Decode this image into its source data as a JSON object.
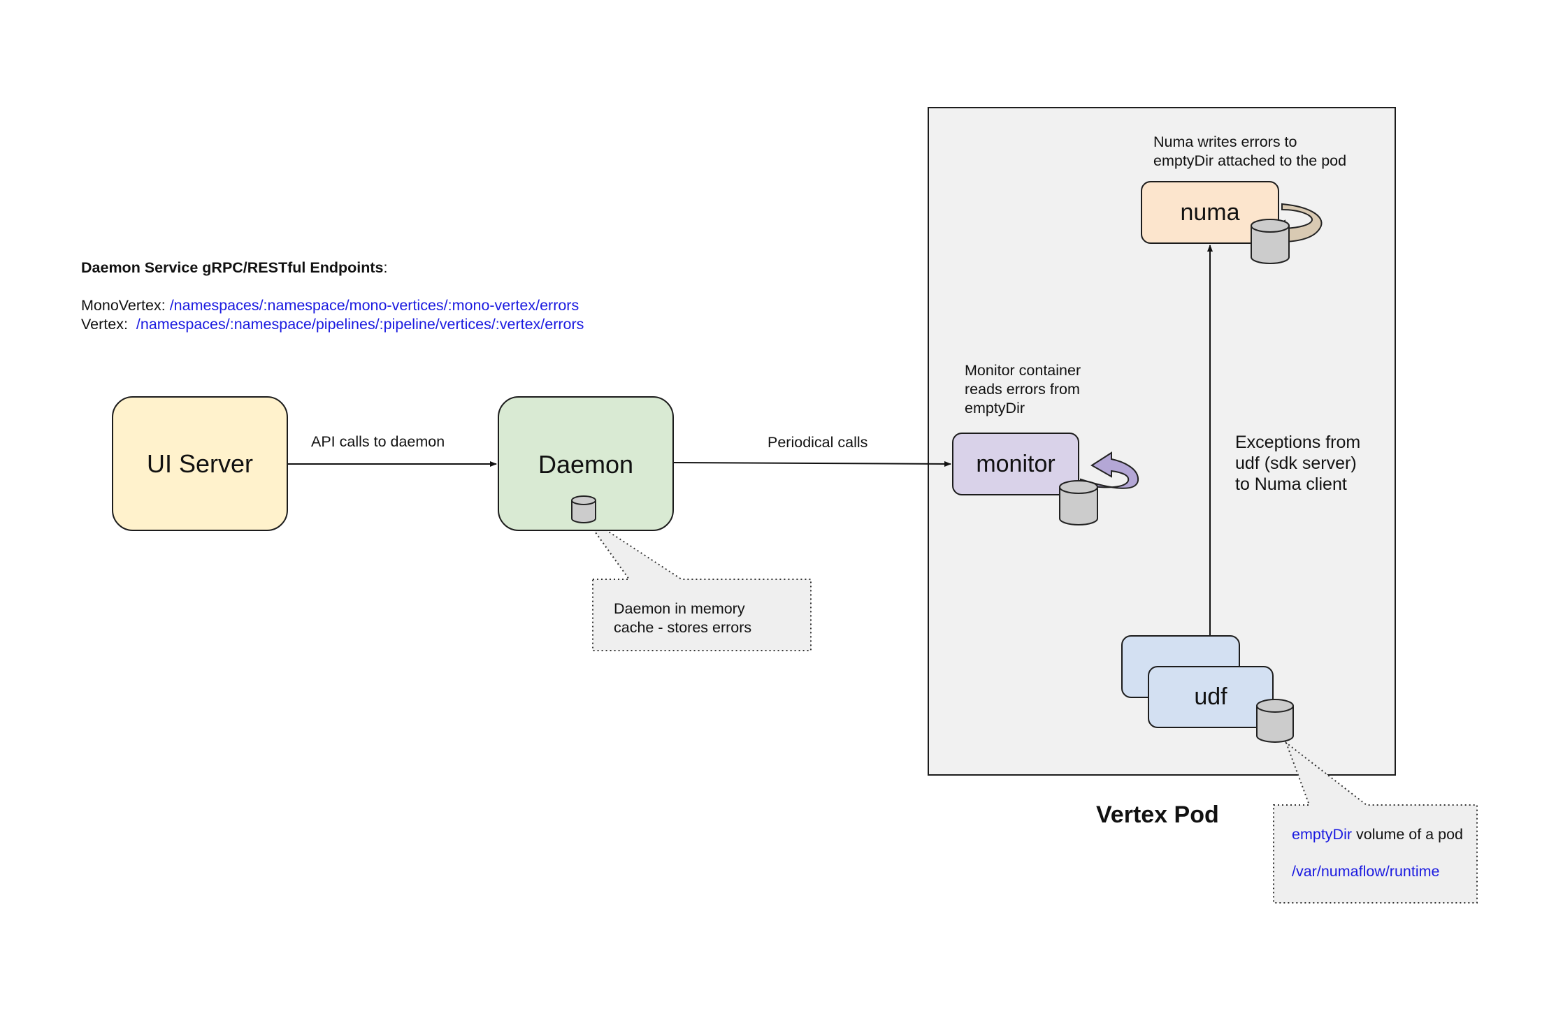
{
  "endpoints": {
    "title": "Daemon Service gRPC/RESTful Endpoints",
    "title_suffix": ":",
    "monovertex_label": "MonoVertex:",
    "monovertex_path": "/namespaces/:namespace/mono-vertices/:mono-vertex/errors",
    "vertex_label": "Vertex:",
    "vertex_path": "/namespaces/:namespace/pipelines/:pipeline/vertices/:vertex/errors"
  },
  "nodes": {
    "ui_server": "UI Server",
    "daemon": "Daemon",
    "monitor": "monitor",
    "numa": "numa",
    "udf": "udf"
  },
  "edges": {
    "api_calls": "API calls to daemon",
    "periodical_calls": "Periodical calls",
    "exceptions": [
      "Exceptions from",
      "udf (sdk server)",
      "to Numa client"
    ]
  },
  "notes": {
    "numa_writes": [
      "Numa writes errors to",
      "emptyDir attached to the pod"
    ],
    "monitor_reads": [
      "Monitor container",
      "reads errors from",
      "emptyDir"
    ]
  },
  "callouts": {
    "daemon_cache": [
      "Daemon in memory",
      "cache - stores errors"
    ],
    "emptydir": {
      "link": "emptyDir",
      "text": " volume of a pod",
      "path": "/var/numaflow/runtime"
    }
  },
  "pod": {
    "title": "Vertex Pod"
  },
  "colors": {
    "ui_server_fill": "#fff2cc",
    "daemon_fill": "#d9ead3",
    "monitor_fill": "#d9d2e9",
    "numa_fill": "#fce5cd",
    "udf_fill": "#d3e0f2",
    "pod_fill": "#f1f1f1",
    "callout_fill": "#efefef",
    "link_blue": "#1a1ae0"
  },
  "icons": [
    "database-cylinder-icon",
    "circular-arrow-icon"
  ]
}
